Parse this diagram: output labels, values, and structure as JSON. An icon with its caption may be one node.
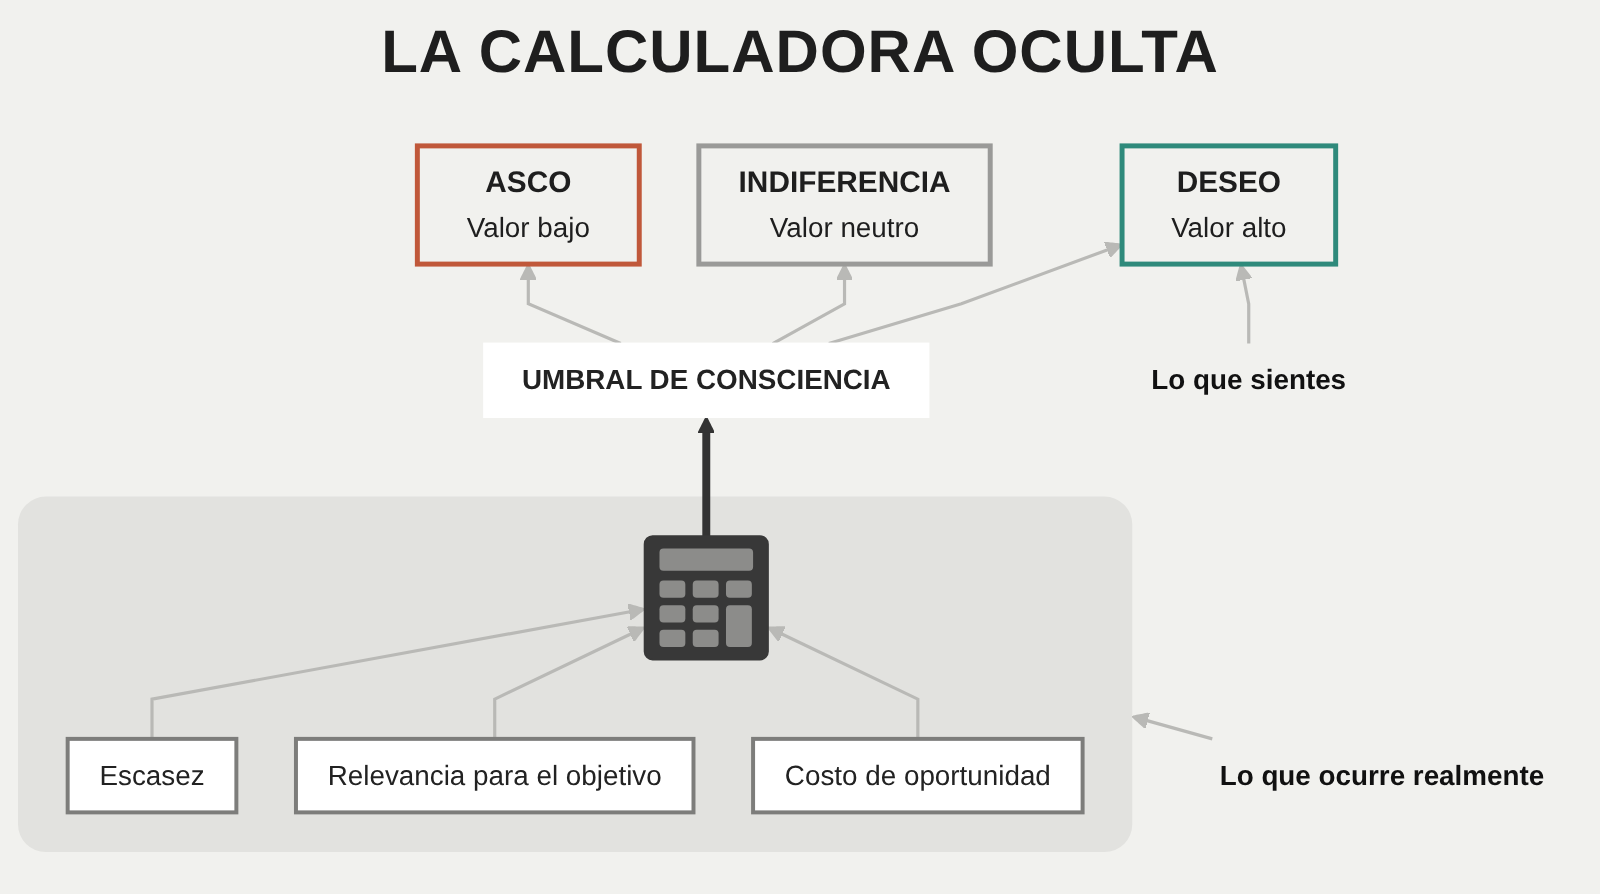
{
  "diagram": {
    "title": "LA CALCULADORA OCULTA",
    "nodes": [
      {
        "text": [
          "ASCO",
          "Valor bajo"
        ]
      },
      {
        "text": [
          "INDIFERENCIA",
          "Valor neutro"
        ]
      },
      {
        "text": [
          "DESEO",
          "Valor alto"
        ]
      },
      {
        "text": [
          "Lo que sientes"
        ]
      },
      {
        "text": [
          "UMBRAL DE CONSCIENCIA"
        ]
      },
      {
        "text": [],
        "shape": "box"
      },
      {
        "text": [],
        "shape": "picture",
        "in": 5
      },
      {
        "text": [
          "Escasez"
        ],
        "in": 5
      },
      {
        "text": [
          "Relevancia para el objetivo"
        ],
        "in": 5
      },
      {
        "text": [
          "Costo de oportunidad"
        ],
        "in": 5
      },
      {
        "text": [
          "Lo que ocurre realmente"
        ]
      }
    ],
    "edges": [
      {
        "from": 6,
        "to": 4,
        "arrow": "to",
        "style": "thick",
        "color": "#333333"
      },
      {
        "from": 4,
        "to": 0,
        "arrow": "to"
      },
      {
        "from": 4,
        "to": 1,
        "arrow": "to"
      },
      {
        "from": 4,
        "to": 2,
        "arrow": "to"
      },
      {
        "from": 7,
        "to": 6,
        "arrow": "to"
      },
      {
        "from": 8,
        "to": 6,
        "arrow": "to"
      },
      {
        "from": 9,
        "to": 6,
        "arrow": "to"
      },
      {
        "from": 3,
        "to": 2,
        "arrow": "to"
      },
      {
        "from": 10,
        "to": 5,
        "arrow": "to"
      }
    ]
  }
}
